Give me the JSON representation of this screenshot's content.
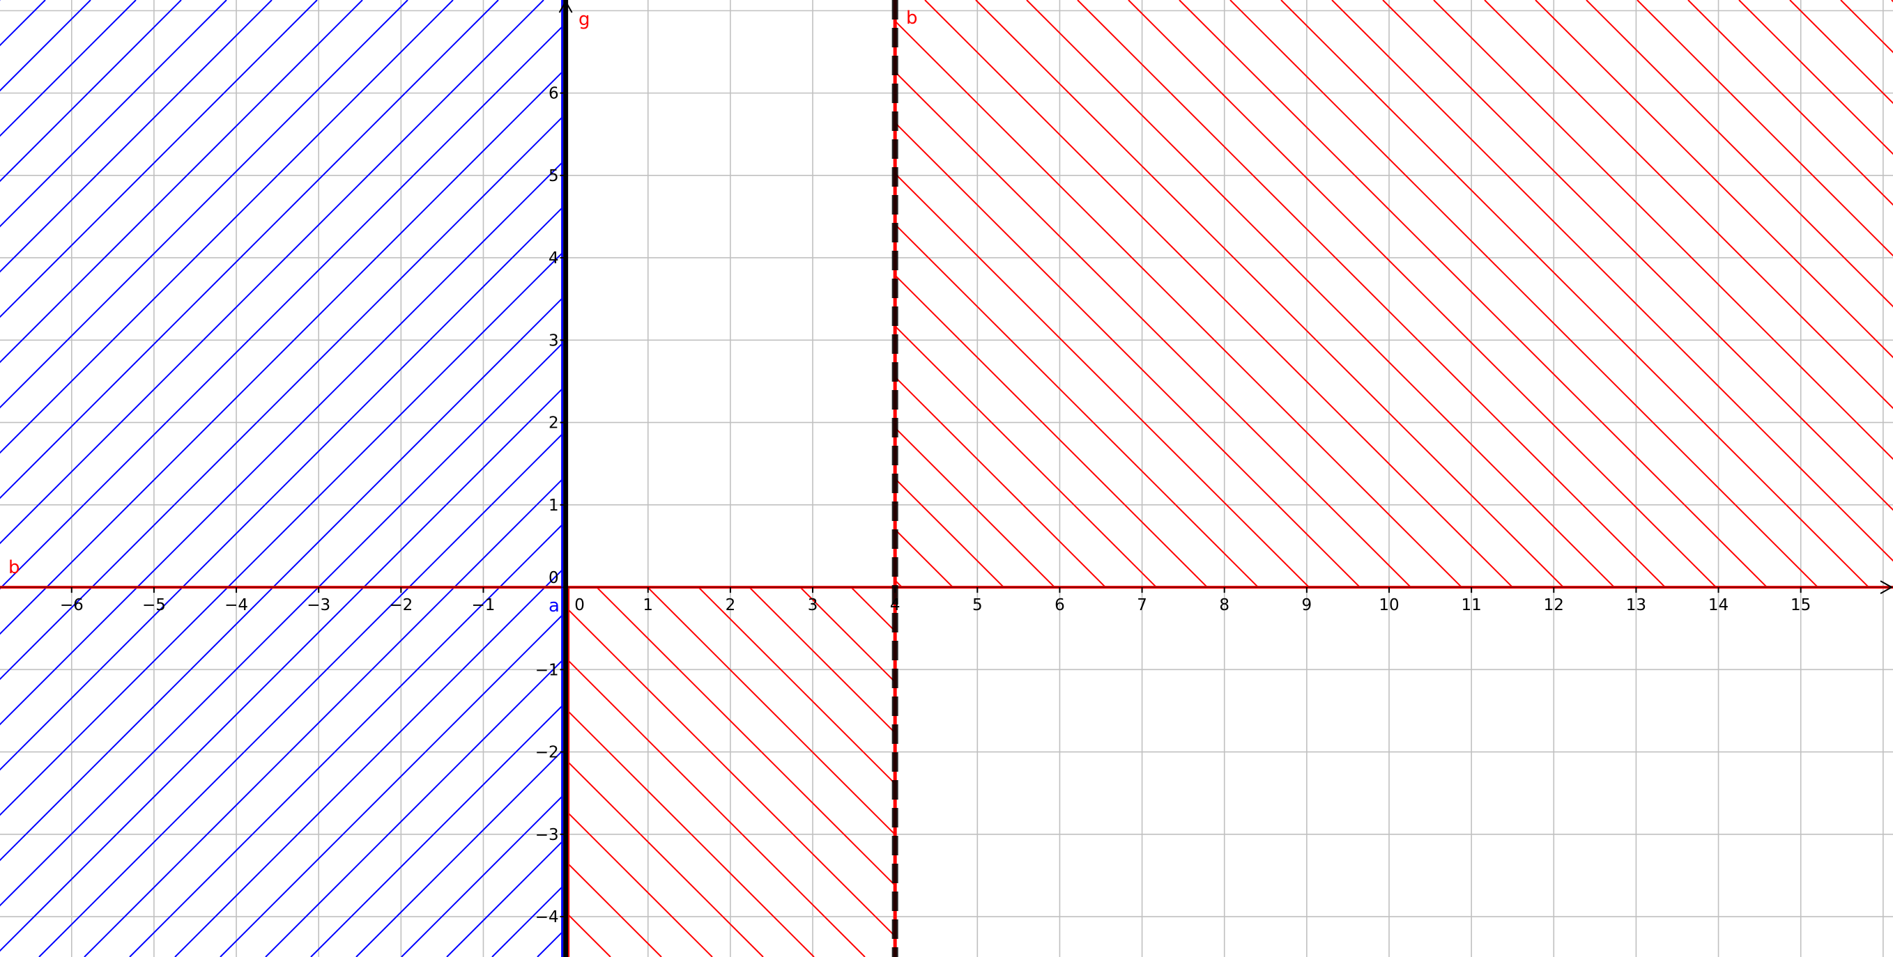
{
  "graphics_view": {
    "x_range": [
      -6.87,
      16.12
    ],
    "y_range": [
      -4.49,
      7.13
    ],
    "grid": true,
    "grid_step": 1,
    "x_tick_labels": [
      "−6",
      "−5",
      "−4",
      "−3",
      "−2",
      "−1",
      "0",
      "1",
      "2",
      "3",
      "4",
      "5",
      "6",
      "7",
      "8",
      "9",
      "10",
      "11",
      "12",
      "13",
      "14",
      "15"
    ],
    "x_tick_values": [
      -6,
      -5,
      -4,
      -3,
      -2,
      -1,
      0,
      1,
      2,
      3,
      4,
      5,
      6,
      7,
      8,
      9,
      10,
      11,
      12,
      13,
      14,
      15
    ],
    "y_tick_labels": [
      "−4",
      "−3",
      "−2",
      "−1",
      "0",
      "1",
      "2",
      "3",
      "4",
      "5",
      "6"
    ],
    "y_tick_values": [
      -4,
      -3,
      -2,
      -1,
      0,
      1,
      2,
      3,
      4,
      5,
      6
    ],
    "colors": {
      "grid": "#c0c0c0",
      "axis": "#000000",
      "blue": "#0000ff",
      "red": "#ff0000",
      "black": "#000000"
    }
  },
  "objects": [
    {
      "name": "g",
      "kind": "line",
      "equation": "x = 0",
      "style": "solid-thick",
      "color": "#000000",
      "label": "g"
    },
    {
      "name": "a",
      "kind": "inequality",
      "description": "x < 0",
      "hatch_direction": "up-right",
      "color": "#0000ff",
      "label": "a"
    },
    {
      "name": "b",
      "kind": "inequality",
      "description": "shaded x > 0, y < 0 strip up to x = 4 and x > 4, y > 0",
      "hatch_direction": "down-right",
      "color": "#ff0000",
      "label": "b"
    },
    {
      "name": "dashed_line",
      "kind": "line",
      "equation": "x = 4",
      "style": "dashed-thick",
      "color": "#000000"
    }
  ],
  "labels": {
    "g": "g",
    "a": "a",
    "b_left": "b",
    "b_top": "b"
  }
}
